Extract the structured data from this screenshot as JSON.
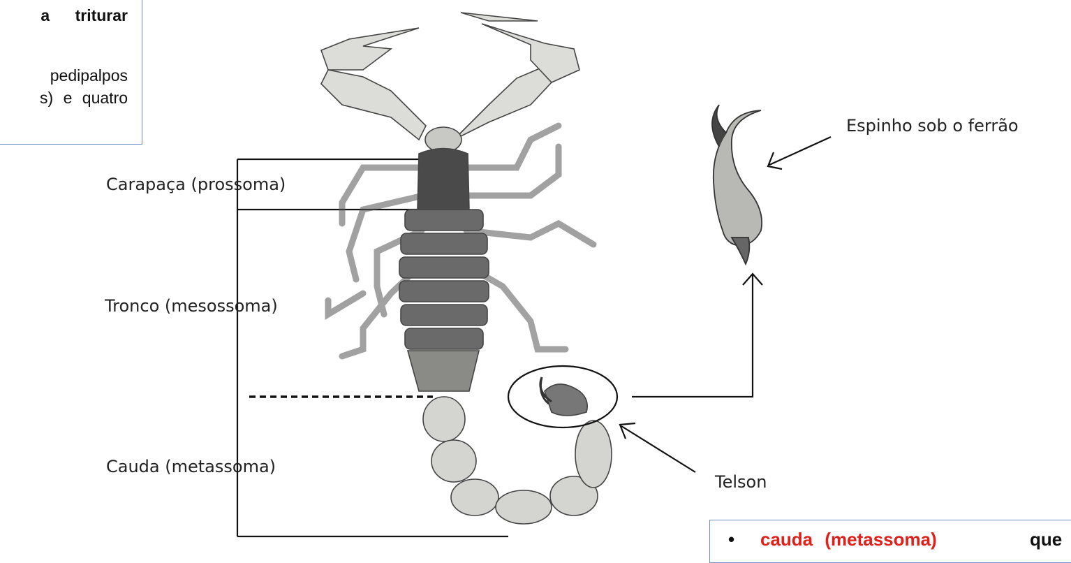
{
  "top_textbox": {
    "line1": "a triturar",
    "line2": "pedipalpos",
    "line3": "s) e quatro"
  },
  "labels": {
    "carapaca": "Carapaça (prossoma)",
    "tronco": "Tronco (mesossoma)",
    "cauda": "Cauda (metassoma)",
    "espinho": "Espinho sob o ferrão",
    "telson": "Telson"
  },
  "bottom_textbox": {
    "bullet": "•",
    "red_text": "cauda (metassoma)",
    "rest_text": "que"
  },
  "colors": {
    "textbox_border": "#6d8ec7",
    "highlight_red": "#e0201b"
  }
}
